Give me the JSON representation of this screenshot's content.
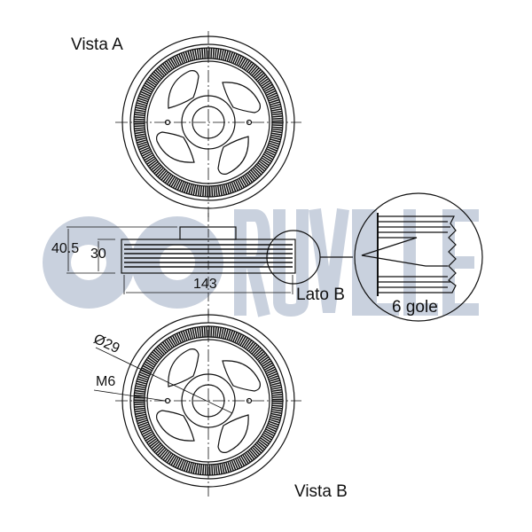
{
  "labels": {
    "view_a": "Vista A",
    "view_b": "Vista B",
    "side_b": "Lato B",
    "grooves": "6 gole"
  },
  "dimensions": {
    "total_height": "40.5",
    "pulley_height": "30",
    "diameter": "143",
    "bore": "Ø29",
    "thread": "M6"
  },
  "watermark": {
    "text": "RUVILLE",
    "color": "#c9d1de"
  },
  "colors": {
    "line": "#111111"
  }
}
